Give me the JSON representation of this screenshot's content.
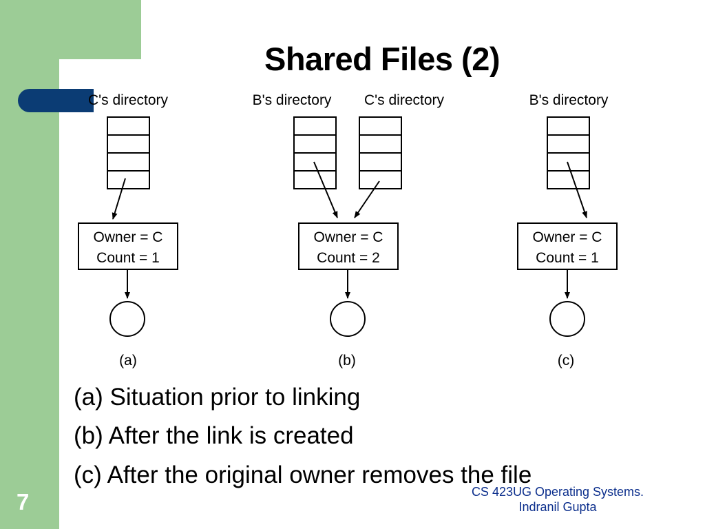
{
  "slide": {
    "title": "Shared Files (2)",
    "page_number": "7",
    "footer_line1": "CS 423UG Operating Systems.",
    "footer_line2": "Indranil Gupta"
  },
  "diagram": {
    "panel_a": {
      "directory_label": "C's directory",
      "owner": "Owner = C",
      "count": "Count = 1",
      "panel_label": "(a)"
    },
    "panel_b": {
      "directory_label_left": "B's directory",
      "directory_label_right": "C's directory",
      "owner": "Owner = C",
      "count": "Count = 2",
      "panel_label": "(b)"
    },
    "panel_c": {
      "directory_label": "B's directory",
      "owner": "Owner = C",
      "count": "Count = 1",
      "panel_label": "(c)"
    }
  },
  "captions": {
    "a": "(a) Situation prior to linking",
    "b": "(b) After the link is created",
    "c": "(c) After the original owner removes the file"
  },
  "colors": {
    "sidebar_green": "#9ccc96",
    "accent_blue": "#0b3c74",
    "footer_blue": "#0b2e8c"
  }
}
